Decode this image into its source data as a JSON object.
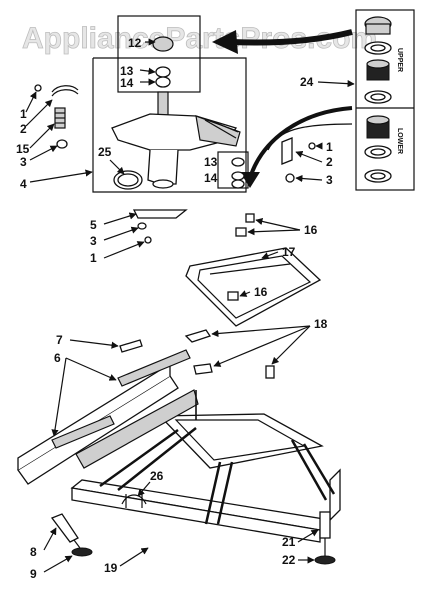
{
  "watermark": "AppliancePartsPros.com",
  "inset": {
    "upper_label": "UPPER",
    "lower_label": "LOWER"
  },
  "callouts": {
    "c12": "12",
    "c13a": "13",
    "c14a": "14",
    "c1a": "1",
    "c2a": "2",
    "c15": "15",
    "c3a": "3",
    "c4": "4",
    "c25": "25",
    "c13b": "13",
    "c14b": "14",
    "c24": "24",
    "c1b": "1",
    "c2b": "2",
    "c3b": "3",
    "c5": "5",
    "c3c": "3",
    "c1c": "1",
    "c16a": "16",
    "c17": "17",
    "c16b": "16",
    "c7": "7",
    "c6": "6",
    "c18": "18",
    "c26": "26",
    "c8": "8",
    "c9": "9",
    "c19": "19",
    "c21": "21",
    "c22": "22"
  }
}
